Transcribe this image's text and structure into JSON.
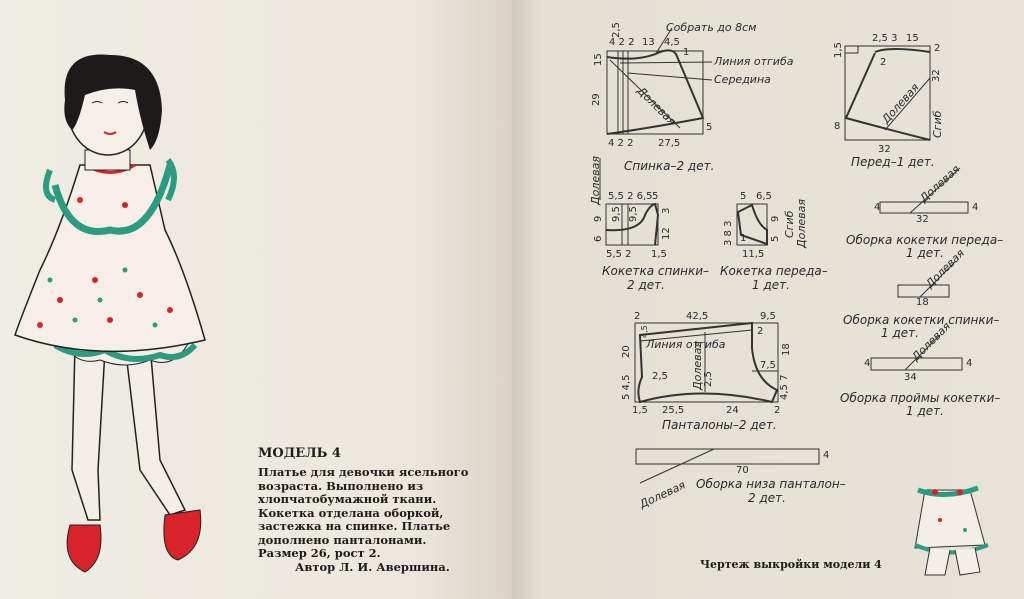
{
  "left_page": {
    "heading": "МОДЕЛЬ 4",
    "description": [
      "Платье для девочки ясельного",
      "возраста. Выполнено из",
      "хлопчатобумажной ткани.",
      "Кокетка отделана оборкой,",
      "застежка на спинке. Платье",
      "дополнено панталонами.",
      "Размер 26, рост 2."
    ],
    "author": "Автор Л. И. Авершина."
  },
  "right_page": {
    "title": "Чертеж выкройки модели 4",
    "grain_label": "Долевая",
    "fold_label": "Сгиб",
    "back": {
      "caption": "Спинка–2 дет.",
      "gather": "Собрать до 8см",
      "fold_line": "Линия отгиба",
      "middle": "Середина",
      "dims": [
        "2,5",
        "4 2 2",
        "13",
        "4,5",
        "1",
        "15",
        "29",
        "4 2 2",
        "27,5",
        "5"
      ]
    },
    "front": {
      "caption": "Перед–1 дет.",
      "dims": [
        "2,5 3",
        "15",
        "1,5",
        "2",
        "2",
        "32",
        "8",
        "32"
      ]
    },
    "back_yoke": {
      "caption": [
        "Кокетка спинки–",
        "2 дет."
      ],
      "dims": [
        "5,5 2 6,5",
        "5",
        "3",
        "9",
        "6",
        "9,5",
        "9,5",
        "12",
        "5,5 2",
        "1,5"
      ]
    },
    "front_yoke": {
      "caption": [
        "Кокетка переда–",
        "1 дет."
      ],
      "dims": [
        "5",
        "6,5",
        "3 8 3",
        "9",
        "5",
        "1",
        "11,5"
      ]
    },
    "pantaloons": {
      "caption": "Панталоны–2 дет.",
      "fold_line": "Линия отгиба",
      "dims": [
        "2",
        "42,5",
        "9,5",
        "4,5",
        "2",
        "20",
        "18",
        "2,5",
        "2,5",
        "7,5",
        "5 4,5",
        "4,5 7",
        "1,5",
        "25,5",
        "24",
        "2"
      ]
    },
    "frill_front_yoke": {
      "caption": [
        "Оборка кокетки переда–",
        "1 дет."
      ],
      "length": "32",
      "width": "4"
    },
    "frill_back_yoke": {
      "caption": [
        "Оборка кокетки спинки–",
        "1 дет."
      ],
      "length": "18"
    },
    "frill_armhole": {
      "caption": [
        "Оборка проймы кокетки–",
        "1 дет."
      ],
      "length": "34",
      "width": "4"
    },
    "frill_pantaloons": {
      "caption": [
        "Оборка низа панталон–",
        "2 дет."
      ],
      "length": "70",
      "width": "4"
    }
  }
}
